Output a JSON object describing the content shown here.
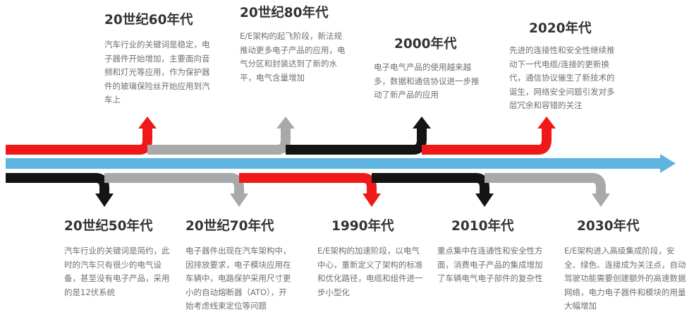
{
  "colors": {
    "red": "#f01919",
    "gray": "#a9a9a9",
    "black": "#141414",
    "blue": "#5eb4e0"
  },
  "timeline": {
    "upper_segments": [
      {
        "color": "red"
      },
      {
        "color": "gray"
      },
      {
        "color": "black"
      },
      {
        "color": "red"
      }
    ],
    "lower_segments": [
      {
        "color": "black"
      },
      {
        "color": "gray"
      },
      {
        "color": "red"
      },
      {
        "color": "black"
      },
      {
        "color": "gray"
      }
    ]
  },
  "eras_top": [
    {
      "title": "20世纪60年代",
      "desc": "汽车行业的关键词是稳定，电子器件开始增加，主要面向音频和灯光等应用，作为保护器件的玻璃保险丝开始应用到汽车上"
    },
    {
      "title": "20世纪80年代",
      "desc": "E/E架构的起飞阶段，新法规推动更多电子产品的应用，电气分区和封装达到了新的水平，电气含量增加"
    },
    {
      "title": "2000年代",
      "desc": "电子电气产品的使用越来越多，数据和通信协议进一步推动了新产品的应用"
    },
    {
      "title": "2020年代",
      "desc": "先进的连接性和安全性继续推动下一代电缆/连接的更新换代，通信协议催生了新技术的诞生，网络安全问题引发对多层冗余和容错的关注"
    }
  ],
  "eras_bottom": [
    {
      "title": "20世纪50年代",
      "desc": "汽车行业的关键词是简约，此时的汽车只有很少的电气设备，甚至没有电子产品，采用的是12伏系统"
    },
    {
      "title": "20世纪70年代",
      "desc": "电子器件出现在汽车架构中，因排放要求，电子模块应用在车辆中，电路保护采用尺寸更小的自动熔断器（ATO），开始考虑线束定位等问题"
    },
    {
      "title": "1990年代",
      "desc": "E/E架构的加速阶段，以电气中心，重新定义了架构的标准和优化路径，电缆和组件进一步小型化"
    },
    {
      "title": "2010年代",
      "desc": "重点集中在连通性和安全性方面，消费电子产品的集成增加了车辆电气电子部件的复杂性"
    },
    {
      "title": "2030年代",
      "desc": "E/E架构进入高级集成阶段，安全、绿色、连接成为关注点，自动驾驶功能需要创建额外的高速数据网络，电力电子器件和模块的用量大幅增加"
    }
  ]
}
